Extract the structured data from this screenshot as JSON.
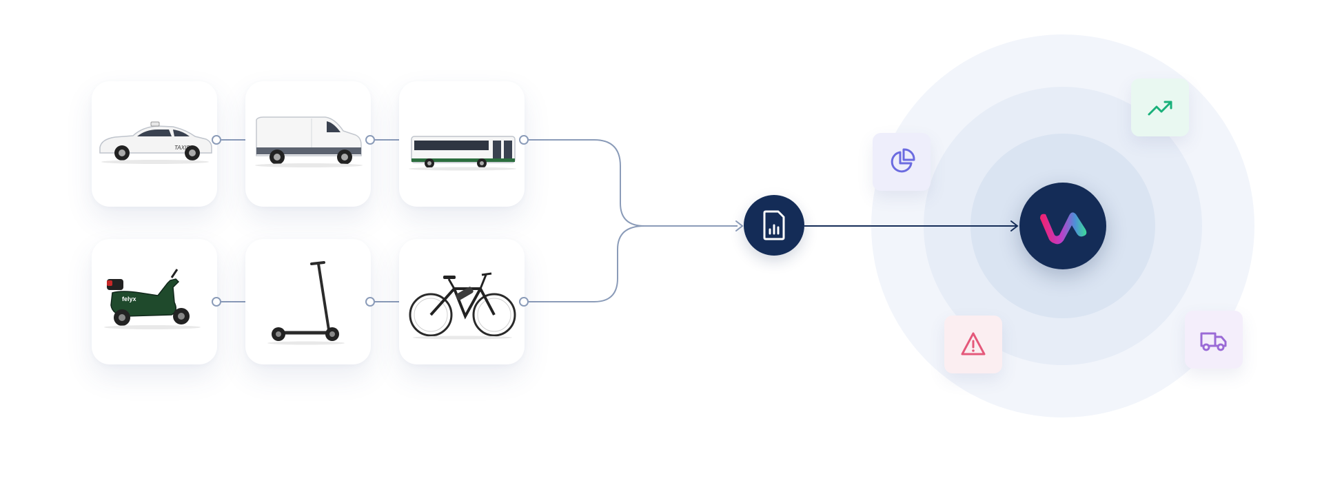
{
  "diagram": {
    "sources": [
      {
        "name": "taxi",
        "label": "TAXIS",
        "icon": "taxi-car-image"
      },
      {
        "name": "van",
        "icon": "van-image"
      },
      {
        "name": "bus",
        "icon": "bus-image"
      },
      {
        "name": "moped",
        "label": "felyx",
        "icon": "electric-moped-image"
      },
      {
        "name": "kick-scooter",
        "icon": "kick-scooter-image"
      },
      {
        "name": "e-bike",
        "icon": "e-bike-image"
      }
    ],
    "hub": {
      "icon": "data-report-icon"
    },
    "platform": {
      "icon": "brand-logo"
    },
    "outputs": [
      {
        "name": "analytics",
        "icon": "pie-chart-icon",
        "color": "#6b6be0"
      },
      {
        "name": "growth",
        "icon": "trending-up-icon",
        "color": "#19b07a"
      },
      {
        "name": "alerts",
        "icon": "warning-triangle-icon",
        "color": "#e4587a"
      },
      {
        "name": "logistics",
        "icon": "truck-icon",
        "color": "#9a6ad6"
      }
    ],
    "colors": {
      "hub": "#142c57",
      "connector": "#8a9bb8",
      "ring_outer": "#f2f5fb",
      "ring_middle": "#e7edf7",
      "ring_inner": "#dae4f2"
    }
  }
}
